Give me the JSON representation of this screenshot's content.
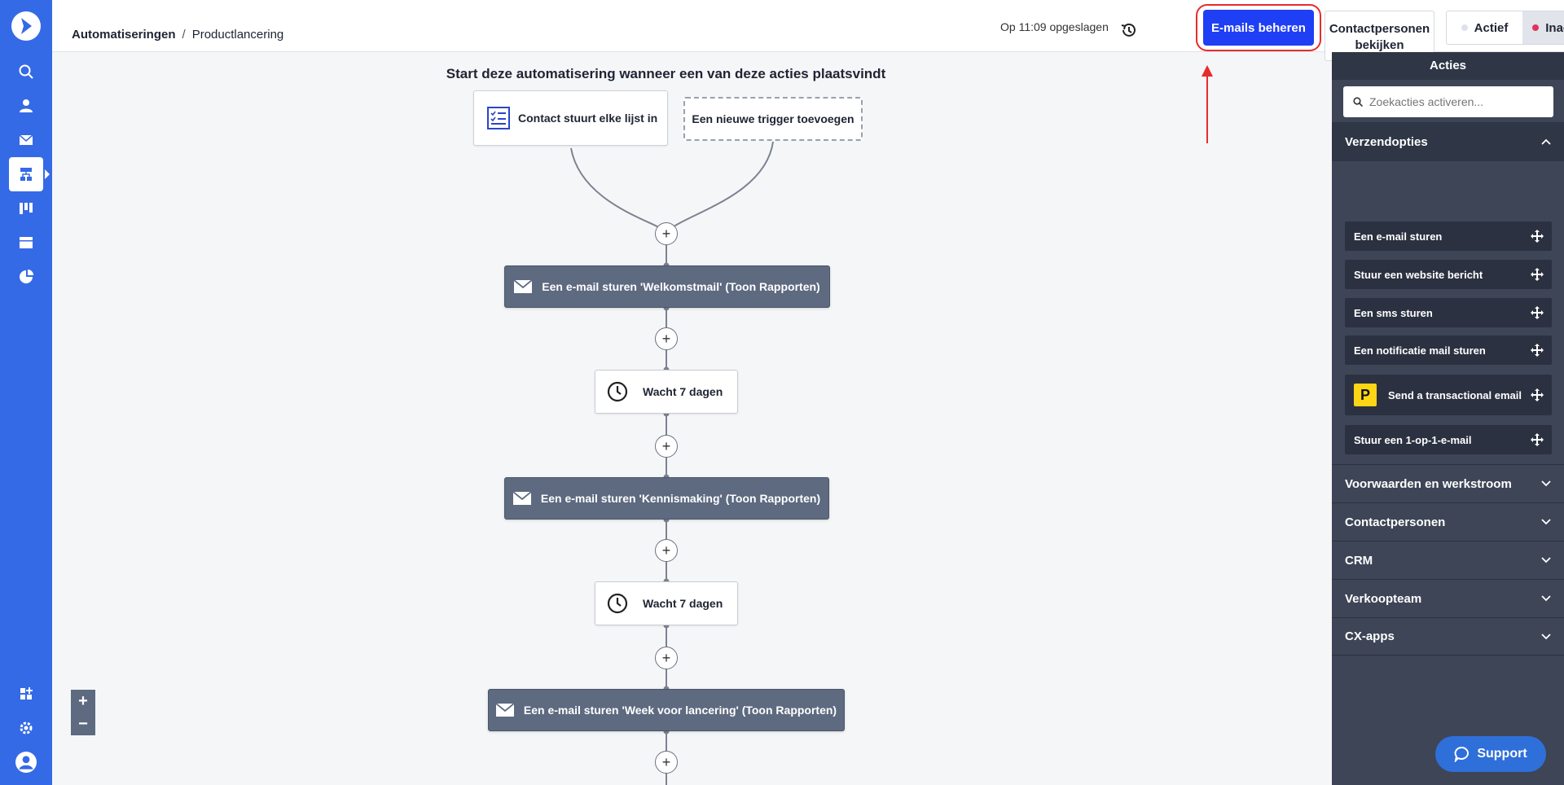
{
  "nav": {
    "items": [
      {
        "icon": "search-icon"
      },
      {
        "icon": "contacts-icon"
      },
      {
        "icon": "mail-icon"
      },
      {
        "icon": "automations-icon"
      },
      {
        "icon": "deals-icon"
      },
      {
        "icon": "website-icon"
      },
      {
        "icon": "reports-icon"
      }
    ],
    "bottom": [
      {
        "icon": "apps-icon"
      },
      {
        "icon": "gear-icon"
      },
      {
        "icon": "avatar-icon"
      }
    ]
  },
  "header": {
    "breadcrumb_root": "Automatiseringen",
    "breadcrumb_sep": "/",
    "breadcrumb_current": "Productlancering",
    "saved_text": "Op 11:09 opgeslagen",
    "manage_emails": "E-mails beheren",
    "view_contacts_line1": "Contactpersonen",
    "view_contacts_line2": "bekijken",
    "status_active": "Actief",
    "status_inactive": "Inactief",
    "selected_status": "Inactief",
    "colors": {
      "primary": "#1f3ff5",
      "highlight": "#e82b2b",
      "inactive_dot": "#e3325b",
      "active_dot": "#dde1ea"
    }
  },
  "canvas": {
    "start_title": "Start deze automatisering wanneer een van deze acties plaatsvindt",
    "trigger": "Contact stuurt elke lijst in",
    "add_trigger": "Een nieuwe trigger toevoegen",
    "steps": [
      {
        "type": "email",
        "label": "Een e-mail sturen 'Welkomstmail' (Toon Rapporten)"
      },
      {
        "type": "wait",
        "label": "Wacht 7 dagen"
      },
      {
        "type": "email",
        "label": "Een e-mail sturen 'Kennismaking' (Toon Rapporten)"
      },
      {
        "type": "wait",
        "label": "Wacht 7 dagen"
      },
      {
        "type": "email",
        "label": "Een e-mail sturen 'Week voor lancering' (Toon Rapporten)"
      }
    ],
    "zoom_in": "+",
    "zoom_out": "−"
  },
  "panel": {
    "title": "Acties",
    "search_placeholder": "Zoekacties activeren...",
    "open_section": "Verzendopties",
    "actions": [
      "Een e-mail sturen",
      "Stuur een website bericht",
      "Een sms sturen",
      "Een notificatie mail sturen",
      "Send a transactional email",
      "Stuur een 1-op-1-e-mail"
    ],
    "transactional_logo": "P",
    "sections": [
      "Voorwaarden en werkstroom",
      "Contactpersonen",
      "CRM",
      "Verkoopteam",
      "CX-apps"
    ]
  },
  "support": {
    "label": "Support"
  }
}
